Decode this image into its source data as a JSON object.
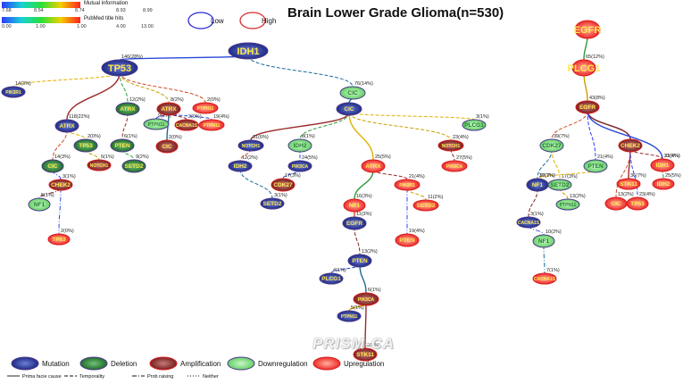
{
  "title": "Brain Lower Grade Glioma(n=530)",
  "watermark": "PRISM-CA",
  "colorbars": {
    "mi": {
      "label": "Mutual information",
      "ticks": [
        "7.68",
        "8.54",
        "8.74",
        "8.93",
        "8.99"
      ]
    },
    "pubmed": {
      "label": "PubMed title hits",
      "ticks": [
        "0.00",
        "1.00",
        "1.00",
        "4.00",
        "13.00"
      ]
    }
  },
  "legend_top": {
    "low": "Low",
    "high": "High"
  },
  "legend_types": [
    "Mutation",
    "Deletion",
    "Amplification",
    "Downregulation",
    "Upregulation"
  ],
  "legend_edges": [
    "Prima facie cause",
    "Temporality",
    "Prob raising",
    "Neither"
  ],
  "nodes": [
    {
      "id": "IDH1_root",
      "label": "IDH1",
      "type": "mutation"
    },
    {
      "id": "TP53_a",
      "label": "TP53",
      "type": "mutation"
    },
    {
      "id": "PIK3R1",
      "label": "PIK3R1",
      "type": "mutation"
    },
    {
      "id": "ATRX_m",
      "label": "ATRX",
      "type": "mutation"
    },
    {
      "id": "ATRX_d",
      "label": "ATRX",
      "type": "deletion"
    },
    {
      "id": "ATRX_a",
      "label": "ATRX",
      "type": "amplification"
    },
    {
      "id": "PTPN11_u1",
      "label": "PTPN11",
      "type": "upregulation"
    },
    {
      "id": "PTPN11_d1",
      "label": "PTPN11",
      "type": "downregulation"
    },
    {
      "id": "CACNA1S",
      "label": "CACNA1S",
      "type": "amplification"
    },
    {
      "id": "PTPN11_u2",
      "label": "PTPN11",
      "type": "upregulation"
    },
    {
      "id": "CIC_amp",
      "label": "CIC",
      "type": "amplification"
    },
    {
      "id": "TP53_d",
      "label": "TP53",
      "type": "deletion"
    },
    {
      "id": "PTEN_d",
      "label": "PTEN",
      "type": "deletion"
    },
    {
      "id": "SETD2_d",
      "label": "SETD2",
      "type": "deletion"
    },
    {
      "id": "NOTCH1_a1",
      "label": "NOTCH1",
      "type": "amplification"
    },
    {
      "id": "CIC_d",
      "label": "CIC",
      "type": "deletion"
    },
    {
      "id": "CHEK2_a1",
      "label": "CHEK2",
      "type": "amplification"
    },
    {
      "id": "NF1_down1",
      "label": "NF1",
      "type": "downregulation"
    },
    {
      "id": "TP53_u",
      "label": "TP53",
      "type": "upregulation"
    },
    {
      "id": "CIC_dr",
      "label": "CIC",
      "type": "downregulation"
    },
    {
      "id": "CIC_m",
      "label": "CIC",
      "type": "mutation"
    },
    {
      "id": "PLCG1_d",
      "label": "PLCG1",
      "type": "downregulation"
    },
    {
      "id": "NOTCH1_m",
      "label": "NOTCH1",
      "type": "mutation"
    },
    {
      "id": "IDH2_dn",
      "label": "IDH2",
      "type": "downregulation"
    },
    {
      "id": "NOTCH1_a2",
      "label": "NOTCH1",
      "type": "amplification"
    },
    {
      "id": "IDH2_m",
      "label": "IDH2",
      "type": "mutation"
    },
    {
      "id": "PIK3CA_m",
      "label": "PIK3CA",
      "type": "mutation"
    },
    {
      "id": "PIK3CA_u",
      "label": "PIK3CA",
      "type": "upregulation"
    },
    {
      "id": "CDK27_a",
      "label": "CDK27",
      "type": "amplification"
    },
    {
      "id": "SETD2_m",
      "label": "SETD2",
      "type": "mutation"
    },
    {
      "id": "ATRX_u",
      "label": "ATRX",
      "type": "upregulation"
    },
    {
      "id": "PIK3R1_u",
      "label": "PIK3R1",
      "type": "upregulation"
    },
    {
      "id": "NF1_u",
      "label": "NF1",
      "type": "upregulation"
    },
    {
      "id": "SETD2_u",
      "label": "SETD2",
      "type": "upregulation"
    },
    {
      "id": "EGFR_m",
      "label": "EGFR",
      "type": "mutation"
    },
    {
      "id": "PTEN_u",
      "label": "PTEN",
      "type": "upregulation"
    },
    {
      "id": "PTEN_m",
      "label": "PTEN",
      "type": "mutation"
    },
    {
      "id": "PLCG1_m",
      "label": "PLCG1",
      "type": "mutation"
    },
    {
      "id": "PIK3CA_a",
      "label": "PIK3CA",
      "type": "amplification"
    },
    {
      "id": "PTPN11_m",
      "label": "PTPN11",
      "type": "mutation"
    },
    {
      "id": "STK11_a",
      "label": "STK11",
      "type": "amplification"
    },
    {
      "id": "EGFR_top",
      "label": "EGFR",
      "type": "upregulation"
    },
    {
      "id": "PLCG1_top",
      "label": "PLCG1",
      "type": "upregulation"
    },
    {
      "id": "EGFR_mid",
      "label": "EGFR",
      "type": "amplification"
    },
    {
      "id": "CDK27_d",
      "label": "CDK27",
      "type": "downregulation"
    },
    {
      "id": "PTEN_dr",
      "label": "PTEN",
      "type": "downregulation"
    },
    {
      "id": "CHEK2_a2",
      "label": "CHEK2",
      "type": "amplification"
    },
    {
      "id": "IDH1_u",
      "label": "IDH1",
      "type": "upregulation"
    },
    {
      "id": "NF1_m",
      "label": "NF1",
      "type": "mutation"
    },
    {
      "id": "SETD2_dr",
      "label": "SETD2",
      "type": "downregulation"
    },
    {
      "id": "STK11_u",
      "label": "STK11",
      "type": "upregulation"
    },
    {
      "id": "IDH2_u",
      "label": "IDH2",
      "type": "upregulation"
    },
    {
      "id": "PTPN11_dr",
      "label": "PTPN11",
      "type": "downregulation"
    },
    {
      "id": "CIC_u",
      "label": "CIC",
      "type": "upregulation"
    },
    {
      "id": "TP53_u2",
      "label": "TP53",
      "type": "upregulation"
    },
    {
      "id": "CACNA1S_m",
      "label": "CACNA1S",
      "type": "mutation"
    },
    {
      "id": "NF1_dn2",
      "label": "NF1",
      "type": "downregulation"
    },
    {
      "id": "CACNA1S_u",
      "label": "CACNA1S",
      "type": "upregulation"
    }
  ],
  "edges": [
    {
      "from": "IDH1_root",
      "to": "TP53_a",
      "label": "146(28%)",
      "style": "prima"
    },
    {
      "from": "IDH1_root",
      "to": "CIC_dr",
      "label": "76(14%)",
      "style": "temporality"
    },
    {
      "from": "TP53_a",
      "to": "PIK3R1",
      "label": "14(3%)",
      "style": "temporality"
    },
    {
      "from": "TP53_a",
      "to": "ATRX_m",
      "label": "118(22%)",
      "style": "prima"
    },
    {
      "from": "TP53_a",
      "to": "ATRX_d",
      "label": "12(2%)",
      "style": "temporality"
    },
    {
      "from": "TP53_a",
      "to": "ATRX_a",
      "label": "8(2%)",
      "style": "temporality"
    },
    {
      "from": "TP53_a",
      "to": "PTPN11_u1",
      "label": "2(0%)",
      "style": "temporality"
    },
    {
      "from": "ATRX_a",
      "to": "PTPN11_d1",
      "label": "9(2%)",
      "style": "temporality"
    },
    {
      "from": "ATRX_a",
      "to": "CACNA1S",
      "label": "2(0%)",
      "style": "temporality"
    },
    {
      "from": "ATRX_a",
      "to": "PTPN11_u2",
      "label": "19(4%)",
      "style": "temporality"
    },
    {
      "from": "ATRX_a",
      "to": "CIC_amp",
      "label": "2(0%)",
      "style": "prima"
    },
    {
      "from": "ATRX_m",
      "to": "TP53_d",
      "label": "2(0%)",
      "style": "temporality"
    },
    {
      "from": "ATRX_d",
      "to": "PTEN_d",
      "label": "6(1%)",
      "style": "temporality"
    },
    {
      "from": "PTEN_d",
      "to": "SETD2_d",
      "label": "9(2%)",
      "style": "temporality"
    },
    {
      "from": "TP53_d",
      "to": "NOTCH1_a1",
      "label": "6(1%)",
      "style": "temporality"
    },
    {
      "from": "ATRX_m",
      "to": "CIC_d",
      "label": "14(3%)",
      "style": "temporality"
    },
    {
      "from": "CIC_d",
      "to": "CHEK2_a1",
      "label": "3(1%)",
      "style": "prob"
    },
    {
      "from": "CHEK2_a1",
      "to": "NF1_down1",
      "label": "5(1%)",
      "style": "prob"
    },
    {
      "from": "CHEK2_a1",
      "to": "TP53_u",
      "label": "2(0%)",
      "style": "prob"
    },
    {
      "from": "CIC_dr",
      "to": "CIC_m",
      "label": "",
      "style": "prima"
    },
    {
      "from": "CIC_m",
      "to": "PLCG1_d",
      "label": "3(1%)",
      "style": "temporality"
    },
    {
      "from": "CIC_m",
      "to": "NOTCH1_m",
      "label": "31(6%)",
      "style": "prima"
    },
    {
      "from": "CIC_m",
      "to": "IDH2_dn",
      "label": "8(1%)",
      "style": "temporality"
    },
    {
      "from": "CIC_m",
      "to": "NOTCH1_a2",
      "label": "23(4%)",
      "style": "temporality"
    },
    {
      "from": "NOTCH1_m",
      "to": "IDH2_m",
      "label": "12(2%)",
      "style": "temporality"
    },
    {
      "from": "IDH2_dn",
      "to": "PIK3CA_m",
      "label": "24(5%)",
      "style": "temporality"
    },
    {
      "from": "NOTCH1_a2",
      "to": "PIK3CA_u",
      "label": "27(5%)",
      "style": "temporality"
    },
    {
      "from": "PIK3CA_m",
      "to": "CDK27_a",
      "label": "17(3%)",
      "style": "temporality"
    },
    {
      "from": "IDH2_m",
      "to": "SETD2_m",
      "label": "3(1%)",
      "style": "temporality"
    },
    {
      "from": "CIC_m",
      "to": "ATRX_u",
      "label": "25(5%)",
      "style": "prima"
    },
    {
      "from": "ATRX_u",
      "to": "PIK3R1_u",
      "label": "21(4%)",
      "style": "temporality"
    },
    {
      "from": "ATRX_u",
      "to": "NF1_u",
      "label": "16(3%)",
      "style": "prima"
    },
    {
      "from": "PIK3R1_u",
      "to": "SETD2_u",
      "label": "11(2%)",
      "style": "temporality"
    },
    {
      "from": "NF1_u",
      "to": "EGFR_m",
      "label": "11(3%)",
      "style": "prima"
    },
    {
      "from": "PIK3R1_u",
      "to": "PTEN_u",
      "label": "19(4%)",
      "style": "prob"
    },
    {
      "from": "EGFR_m",
      "to": "PTEN_m",
      "label": "13(2%)",
      "style": "temporality"
    },
    {
      "from": "PTEN_m",
      "to": "PLCG1_m",
      "label": "4(1%)",
      "style": "temporality"
    },
    {
      "from": "PTEN_m",
      "to": "PIK3CA_a",
      "label": "6(1%)",
      "style": "prima"
    },
    {
      "from": "PIK3CA_a",
      "to": "PTPN11_m",
      "label": "5(1%)",
      "style": "prima"
    },
    {
      "from": "PIK3CA_a",
      "to": "STK11_a",
      "label": "2(0%)",
      "style": "prima"
    },
    {
      "from": "EGFR_top",
      "to": "PLCG1_top",
      "label": "65(12%)",
      "style": "prima"
    },
    {
      "from": "PLCG1_top",
      "to": "EGFR_mid",
      "label": "43(8%)",
      "style": "prima"
    },
    {
      "from": "EGFR_mid",
      "to": "CDK27_d",
      "label": "39(7%)",
      "style": "temporality"
    },
    {
      "from": "EGFR_mid",
      "to": "PTEN_dr",
      "label": "21(4%)",
      "style": "temporality"
    },
    {
      "from": "EGFR_mid",
      "to": "CHEK2_a2",
      "label": "",
      "style": "prima"
    },
    {
      "from": "EGFR_mid",
      "to": "IDH1_u",
      "label": "31(6%)",
      "style": "prima"
    },
    {
      "from": "CDK27_d",
      "to": "NF1_m",
      "label": "17(3%)",
      "style": "temporality"
    },
    {
      "from": "CDK27_d",
      "to": "SETD2_dr",
      "label": "17(3%)",
      "style": "temporality"
    },
    {
      "from": "CHEK2_a2",
      "to": "STK11_u",
      "label": "36(7%)",
      "style": "prima"
    },
    {
      "from": "IDH1_u",
      "to": "IDH2_u",
      "label": "25(5%)",
      "style": "temporality"
    },
    {
      "from": "SETD2_dr",
      "to": "PTPN11_dr",
      "label": "13(2%)",
      "style": "temporality"
    },
    {
      "from": "CHEK2_a2",
      "to": "CIC_u",
      "label": "13(2%)",
      "style": "temporality"
    },
    {
      "from": "CHEK2_a2",
      "to": "TP53_u2",
      "label": "23(4%)",
      "style": "temporality"
    },
    {
      "from": "NF1_m",
      "to": "CACNA1S_m",
      "label": "3(1%)",
      "style": "temporality"
    },
    {
      "from": "CACNA1S_m",
      "to": "NF1_dn2",
      "label": "10(2%)",
      "style": "prob"
    },
    {
      "from": "NF1_dn2",
      "to": "CACNA1S_u",
      "label": "7(1%)",
      "style": "prob"
    },
    {
      "from": "PTEN_dr",
      "to": "NF1_m",
      "label": "30(7%)",
      "style": "temporality"
    },
    {
      "from": "CHEK2_a2",
      "to": "IDH1_u",
      "label": "23(4%)",
      "style": "temporality"
    }
  ],
  "colors": {
    "mutation": "#23308f",
    "deletion": "#2c7f37",
    "amplification": "#8a2a2a",
    "downregulation": "#8ddf8d",
    "upregulation": "#f23a3a"
  }
}
